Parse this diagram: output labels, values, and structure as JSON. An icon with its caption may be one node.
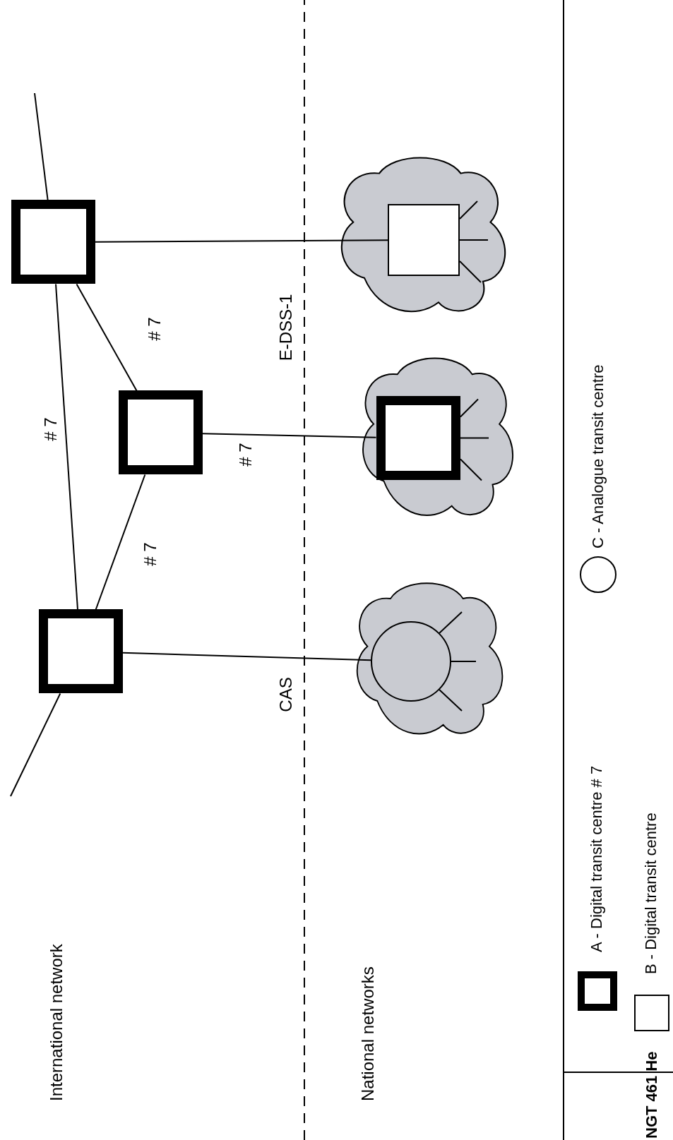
{
  "diagram": {
    "nodes": [
      {
        "text": [],
        "shape": "box"
      },
      {
        "text": [],
        "shape": "box"
      },
      {
        "text": [],
        "shape": "box"
      },
      {
        "text": [],
        "shape": "cloud"
      },
      {
        "text": [],
        "shape": "circle",
        "in": 3
      },
      {
        "text": [],
        "shape": "cloud"
      },
      {
        "text": [],
        "shape": "box",
        "in": 5
      },
      {
        "text": [],
        "shape": "cloud"
      },
      {
        "text": [],
        "shape": "box",
        "in": 7
      }
    ],
    "edges": [
      {
        "from": null,
        "to": 0,
        "arrow": "none"
      },
      {
        "from": 0,
        "to": 2,
        "arrow": "none",
        "label": "# 7"
      },
      {
        "from": 0,
        "to": 1,
        "arrow": "none",
        "label": "# 7"
      },
      {
        "from": 1,
        "to": 2,
        "arrow": "none",
        "label": "# 7"
      },
      {
        "from": 2,
        "to": null,
        "arrow": "none"
      },
      {
        "from": 0,
        "to": 4,
        "arrow": "none",
        "label": "CAS"
      },
      {
        "from": 1,
        "to": 6,
        "arrow": "none",
        "label": "# 7"
      },
      {
        "from": 2,
        "to": 8,
        "arrow": "none",
        "label": "E-DSS-1"
      }
    ],
    "labels": [
      "International network",
      "National networks",
      "NGT 461 He"
    ],
    "legend": [
      {
        "text": "A - Digital transit centre # 7"
      },
      {
        "text": "B - Digital transit centre"
      },
      {
        "text": "C - Analogue transit centre"
      }
    ]
  }
}
